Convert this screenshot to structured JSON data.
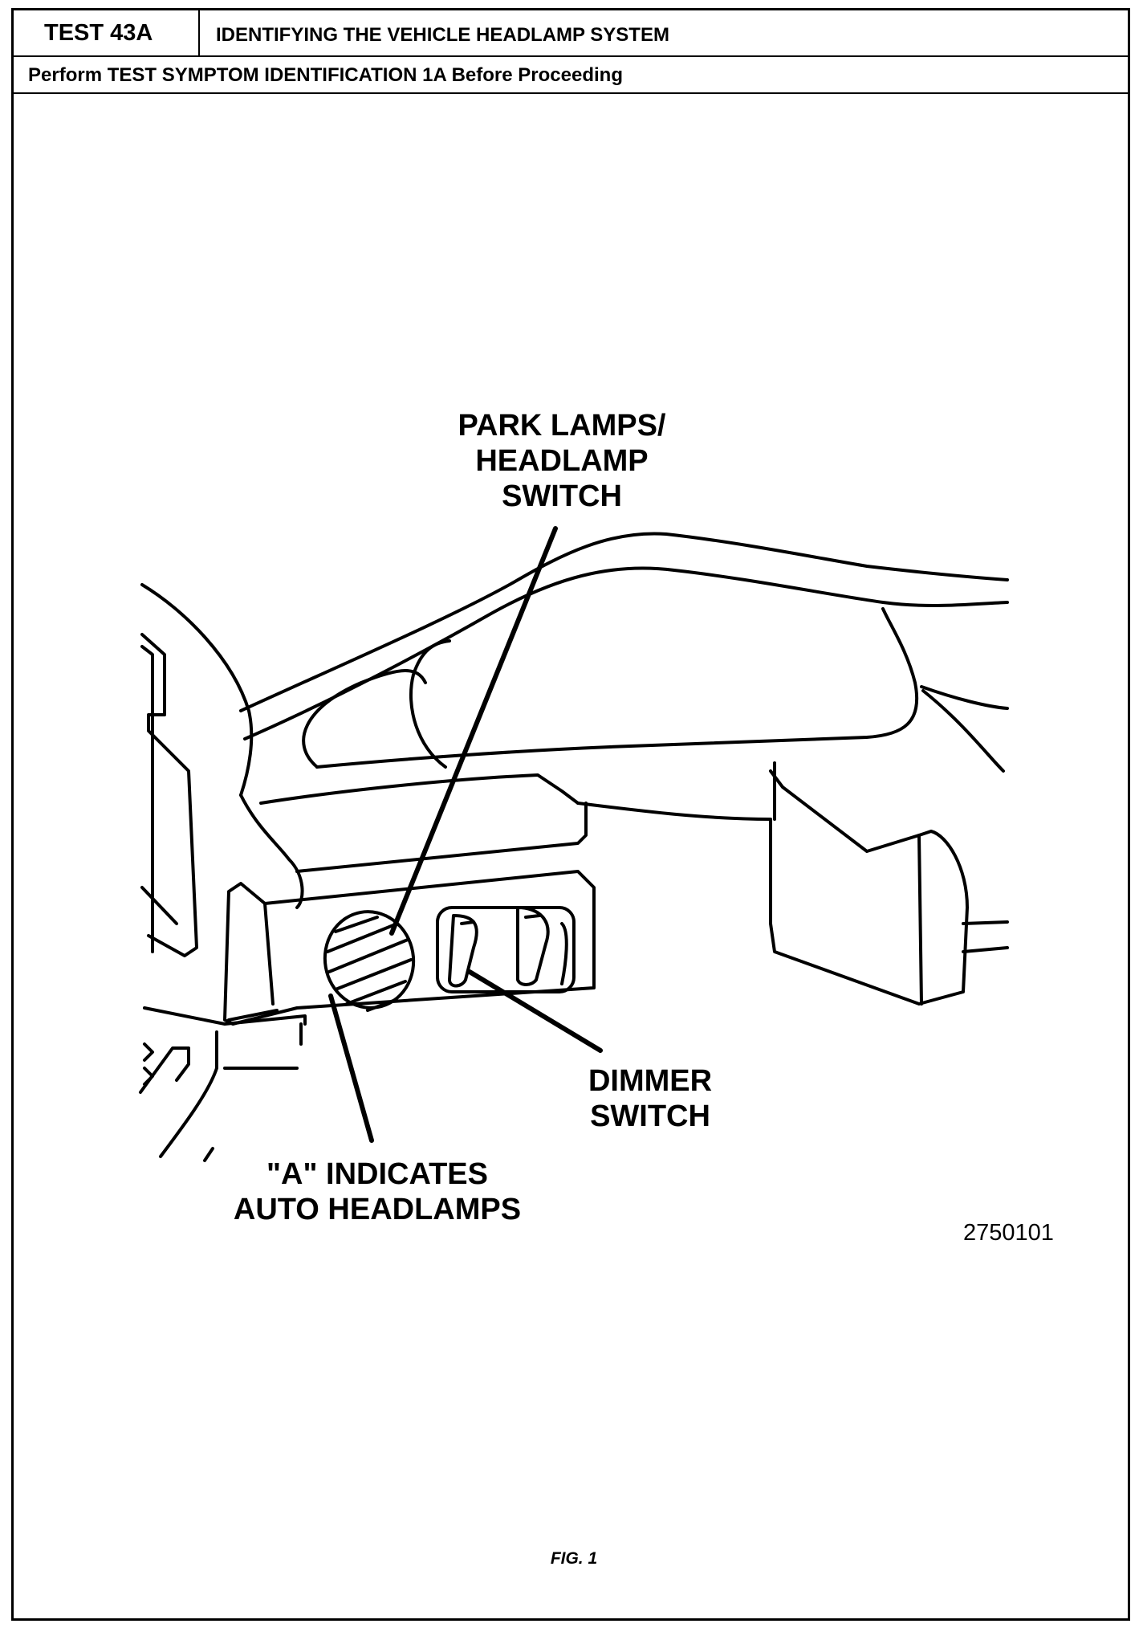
{
  "header": {
    "test_id": "TEST 43A",
    "test_title": "IDENTIFYING THE VEHICLE HEADLAMP SYSTEM",
    "instruction": "Perform TEST SYMPTOM IDENTIFICATION 1A Before Proceeding"
  },
  "figure": {
    "callouts": {
      "park_lamps_line1": "PARK LAMPS/",
      "park_lamps_line2": "HEADLAMP",
      "park_lamps_line3": "SWITCH",
      "dimmer_line1": "DIMMER",
      "dimmer_line2": "SWITCH",
      "auto_line1": "\"A\" INDICATES",
      "auto_line2": "AUTO HEADLAMPS"
    },
    "code": "2750101",
    "caption": "FIG. 1"
  }
}
